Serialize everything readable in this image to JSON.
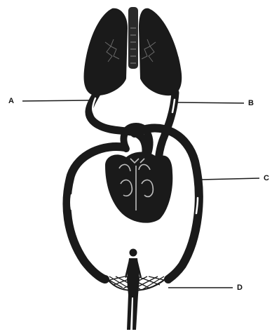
{
  "labels": {
    "a": "A",
    "b": "B",
    "c": "C",
    "d": "D"
  },
  "colors": {
    "ink": "#1a1a1a",
    "paper": "#ffffff"
  }
}
